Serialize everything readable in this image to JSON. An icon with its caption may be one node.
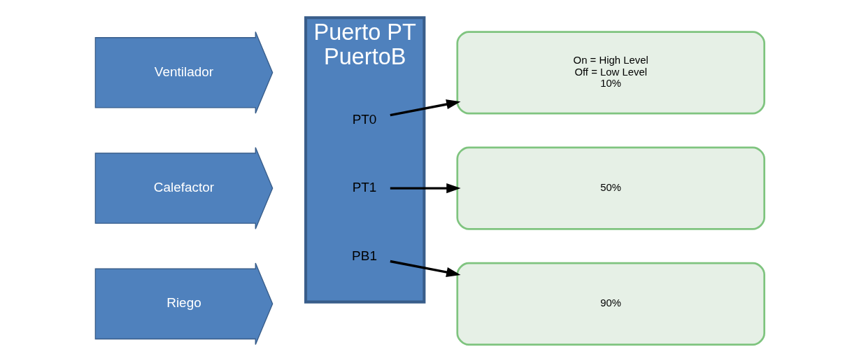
{
  "diagram": {
    "nodes": [
      {
        "text": [
          "Ventilador"
        ]
      },
      {
        "text": [
          "Calefactor"
        ]
      },
      {
        "text": [
          "Riego"
        ]
      },
      {
        "text": [
          "Puerto PT",
          "PuertoB"
        ]
      },
      {
        "text": [
          "PT0"
        ],
        "in": 3
      },
      {
        "text": [
          "PT1"
        ],
        "in": 3
      },
      {
        "text": [
          "PB1"
        ],
        "in": 3
      },
      {
        "text": [
          "On = High Level",
          "Off = Low Level",
          "10%"
        ]
      },
      {
        "text": [
          "50%"
        ]
      },
      {
        "text": [
          "90%"
        ]
      }
    ],
    "edges": [
      {
        "from": 4,
        "to": 7,
        "arrow": "to"
      },
      {
        "from": 5,
        "to": 8,
        "arrow": "to"
      },
      {
        "from": 6,
        "to": 9,
        "arrow": "to"
      }
    ]
  }
}
